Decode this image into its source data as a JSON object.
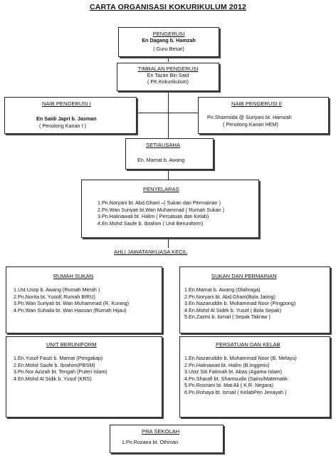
{
  "title": "CARTA ORGANISASI KOKURIKULUM 2012",
  "pengerusi": {
    "heading": "PENGERUSI",
    "name": "En Dagang b. Hamzah",
    "role": "( Guru Besar)"
  },
  "timbalan": {
    "heading": "TIMBALAN PENGERUSI",
    "name": "En Tazan Bin Said",
    "role": "( PK.Kokurikulum)"
  },
  "naib1": {
    "heading": "NAIB PENGERUSI I",
    "name": "En Saidi Japri b. Jasman",
    "role": "( Penolong Kanan I )"
  },
  "naib2": {
    "heading": "NAIB PENGERUSI II",
    "name": "Pn.Shamsida @ Suriyani bt. Hamzah",
    "role": "( Penolong Kanan HEM)"
  },
  "setiausaha": {
    "heading": "SETIAUSAHA",
    "name": "En. Mamat b. Awang"
  },
  "penyelaras": {
    "heading": "PENYELARAS",
    "items": [
      "1.Pn.Noryani bt. Abd.Ghani –( Sukan dan Permainan )",
      "2.Pn.Wan Suriyati bt.Wan Muhammad    ( Rumah Sukan )",
      "3.Pn.Halinawati bt. Halim  ( Persatuan dan Kelab)",
      "4.En.Mohd Saufe b. Ibrahim ( Unit Beruniform)"
    ]
  },
  "ajk_label": "AHLI JAWATANKUASA KECIL",
  "rumah_sukan": {
    "heading": "RUMAH SUKAN",
    "items": [
      "1.Ust.Usop b. Awang   (Rumah Merah )",
      "2.Pn.Norita bt. Yusof( Rumah BIRU)",
      "3.Pn.Wan Suriyati bt. Wan Muhammad (R. Kuning)",
      "4.Pn.Wan Suhaila bt. Wan Hassan  (Rumah Hijau)"
    ]
  },
  "sukan_permainan": {
    "heading": "SUKAN DAN PERMAINAN",
    "items": [
      "1.En.Mamat b. Awang (Olahraga)",
      "2.Pn.Noryani bt. Abd.Ghani(Bola Jaring)",
      "3.En.Nazaruddin b. Muhammad Noor (Pingpong)",
      "4.En.Mohd Al Sidek b. Yusof ( Bola Sepak)",
      "5.En.Zazmi b. Ismail ( Sepak Takraw )"
    ]
  },
  "unit_beruniform": {
    "heading": "UNIT BERUNIFORM",
    "items": [
      "1.En.Yusof Fauzi b. Mamat (Pengakap)",
      "2.En.Mohd Saufe b. Ibrahim(PBSM)",
      "3.Pn.Nor Azizah bt. Tengah (Puteri Islam)",
      "4.En.Mohd Al Sidik b. Yusof (KRS)"
    ]
  },
  "persatuan_kelab": {
    "heading": "PERSATUAN DAN KELAB",
    "items": [
      "1.En.Nazaruddin b. Muhammad Noor (B. Melayu)",
      "2.Pn.Halinawati bt. Halim (B.Inggeris)",
      "3.Ustz Siti Fatimah bt. Abas (Agama Islam)",
      "4.Pn.Sharafi bt. Shamsudin (Sains/Matematik",
      "5.Pn.Rosnani bt. Mat Ali ( K.R. Negara)",
      "6.Pn.Rohaya bt. Ismail ( KelabPen Jenayah )"
    ]
  },
  "pra_sekolah": {
    "heading": "PRA SEKOLAH",
    "name": "1.Pn.Rozana bt. Othman"
  }
}
